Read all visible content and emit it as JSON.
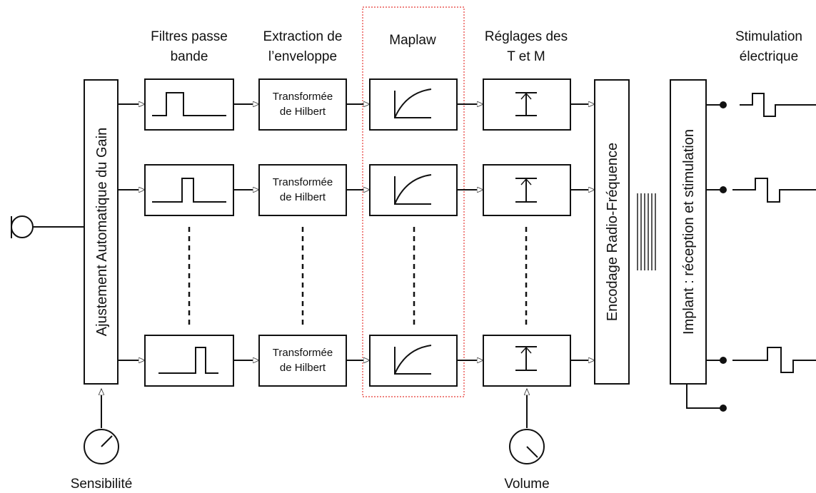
{
  "columns": {
    "bandpass": [
      "Filtres passe",
      "bande"
    ],
    "envelope": [
      "Extraction de",
      "l’enveloppe"
    ],
    "maplaw": [
      "Maplaw"
    ],
    "tm": [
      "Réglages des",
      "T et M"
    ],
    "stim": [
      "Stimulation",
      "électrique"
    ]
  },
  "agc_label": "Ajustement Automatique du Gain",
  "hilbert_label": [
    "Transformée",
    "de Hilbert"
  ],
  "rf_label": "Encodage Radio-Fréquence",
  "implant_label": "Implant : réception et stimulation",
  "knobs": {
    "sensitivity": "Sensibilité",
    "volume": "Volume"
  },
  "highlight_color": "#e53935"
}
